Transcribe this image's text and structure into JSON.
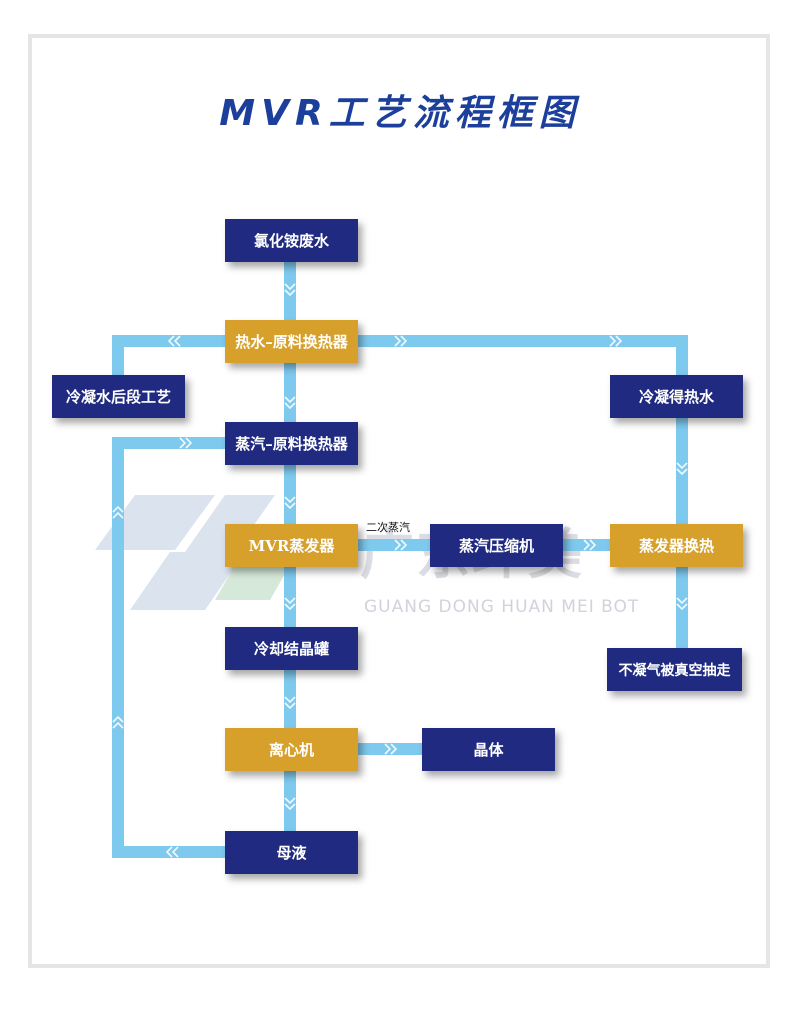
{
  "title": "MVR工艺流程框图",
  "nodes": {
    "wastewater": "氯化铵废水",
    "hot_water_hx": "热水–原料换热器",
    "condensate_post": "冷凝水后段工艺",
    "condensate_hot": "冷凝得热水",
    "steam_hx": "蒸汽–原料换热器",
    "mvr_evaporator": "MVR蒸发器",
    "steam_compressor": "蒸汽压缩机",
    "evaporator_hx": "蒸发器换热",
    "vacuum": "不凝气被真空抽走",
    "cooling_crystallizer": "冷却结晶罐",
    "centrifuge": "离心机",
    "crystal": "晶体",
    "mother_liquor": "母液"
  },
  "edge_labels": {
    "secondary_steam": "二次蒸汽"
  },
  "watermark": {
    "cn": "广东环美",
    "en": "GUANG DONG HUAN MEI BOT"
  },
  "colors": {
    "navy": "#1f2a80",
    "gold": "#d6a02b",
    "pipe": "#7ec9ee",
    "title": "#1c3f9c"
  }
}
